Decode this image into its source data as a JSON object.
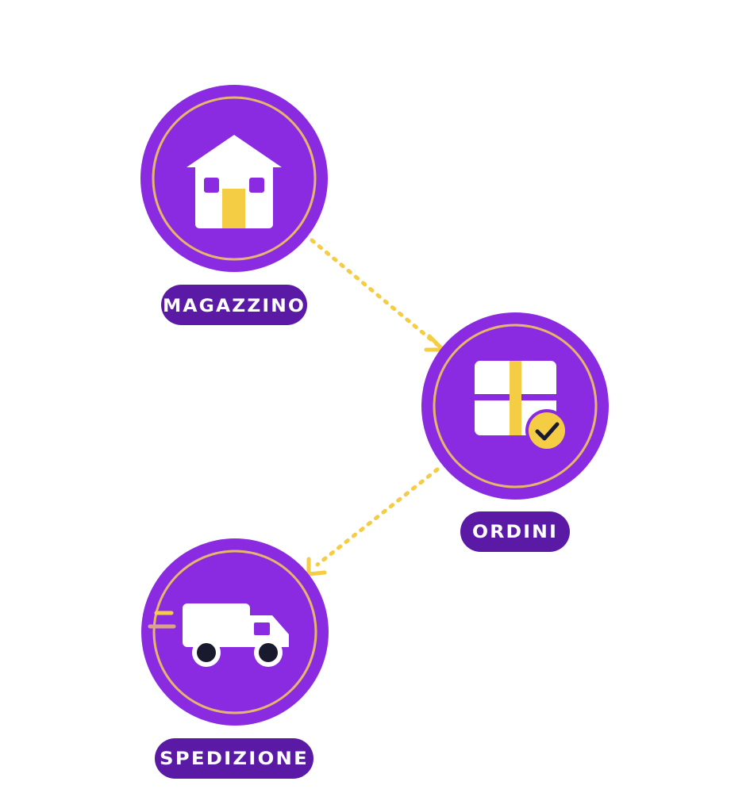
{
  "colors": {
    "circle": "#8a2be2",
    "ring": "#e6b76a",
    "pill": "#5b1aa6",
    "accent": "#f4cd45",
    "icon": "#ffffff",
    "dark": "#1a1a2e",
    "motion_line_top": "#f4cd45",
    "motion_line_bottom": "#d9a38a"
  },
  "nodes": [
    {
      "id": "magazzino",
      "label": "MAGAZZINO",
      "icon": "house-icon"
    },
    {
      "id": "ordini",
      "label": "ORDINI",
      "icon": "package-check-icon"
    },
    {
      "id": "spedizione",
      "label": "SPEDIZIONE",
      "icon": "delivery-truck-icon"
    }
  ],
  "connections": [
    {
      "from": "magazzino",
      "to": "ordini",
      "style": "dotted-arrow"
    },
    {
      "from": "ordini",
      "to": "spedizione",
      "style": "dotted-arrow"
    }
  ]
}
